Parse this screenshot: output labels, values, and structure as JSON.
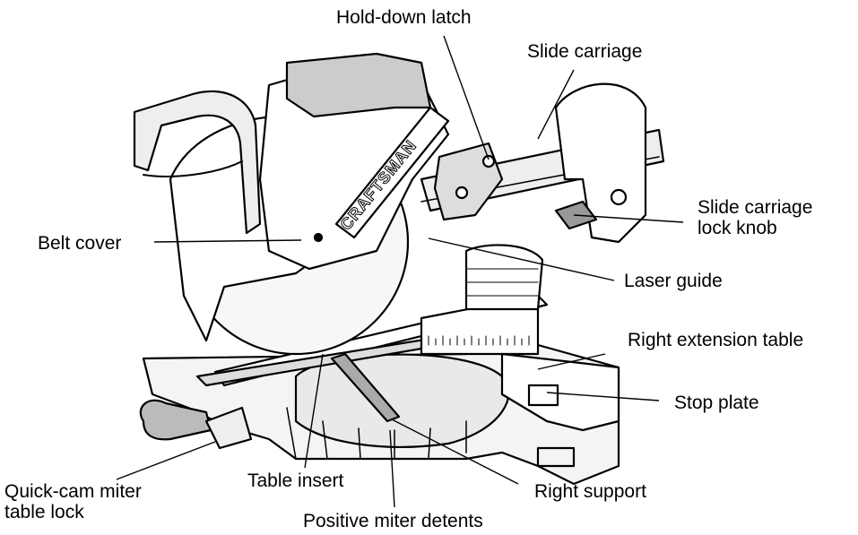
{
  "brand": {
    "logo_text": "CRAFTSMAN"
  },
  "labels": {
    "hold_down_latch": "Hold-down latch",
    "slide_carriage": "Slide carriage",
    "slide_carriage_lock_knob_1": "Slide carriage",
    "slide_carriage_lock_knob_2": "lock knob",
    "belt_cover": "Belt cover",
    "laser_guide": "Laser guide",
    "right_extension_table": "Right extension table",
    "stop_plate": "Stop plate",
    "quick_cam_1": "Quick-cam miter",
    "quick_cam_2": "table lock",
    "table_insert": "Table insert",
    "right_support": "Right support",
    "positive_miter_detents": "Positive miter detents"
  }
}
